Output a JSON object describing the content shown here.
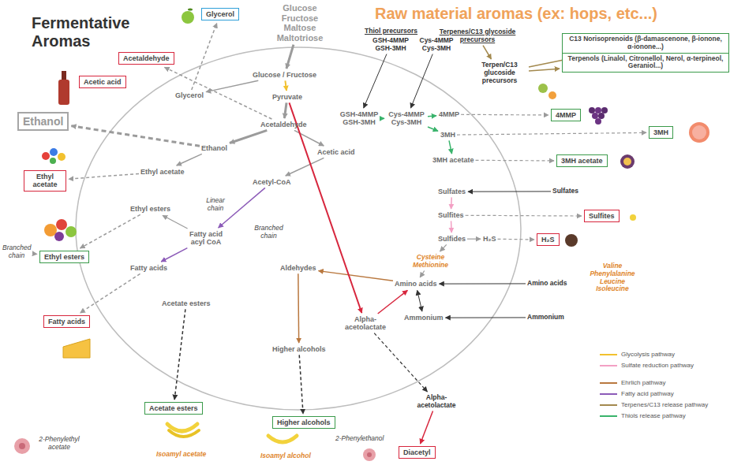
{
  "diagram": {
    "title": "Fermentative Aromas",
    "nodes": [
      {
        "text": [
          "Glycerol"
        ]
      },
      {
        "text": [
          "Acetaldehyde"
        ]
      },
      {
        "text": [
          "Acetic acid"
        ]
      },
      {
        "text": [
          "Ethanol"
        ]
      },
      {
        "text": [
          "Ethyl acetate"
        ]
      },
      {
        "text": [
          "Ethyl esters"
        ]
      },
      {
        "text": [
          "Fatty acids"
        ]
      },
      {
        "text": [
          "Acetate esters"
        ]
      },
      {
        "text": [
          "Higher alcohols"
        ]
      },
      {
        "text": [
          "Diacetyl"
        ]
      },
      {
        "text": [
          "C13 Norisoprenoids (β-damascenone, β-ionone, α-ionone...)"
        ]
      },
      {
        "text": [
          "Terpenols (Linalol, Citronellol, Nerol, α-terpineol, Geraniol...)"
        ]
      },
      {
        "text": [
          "4MMP"
        ]
      },
      {
        "text": [
          "3MH"
        ]
      },
      {
        "text": [
          "3MH acetate"
        ]
      },
      {
        "text": [
          "Sulfites"
        ]
      },
      {
        "text": [
          "H₂S"
        ]
      }
    ],
    "labels": [
      "Raw material aromas (ex: hops, etc...)",
      "Glucose Fructose Maltose Maltotriose",
      "Thiol precursors",
      "GSH-4MMP GSH-3MH",
      "Cys-4MMP Cys-3MH",
      "Terpenes/C13 glycoside precursors",
      "Terpen/C13 glucoside precursors",
      "Glucose / Fructose",
      "Glycerol",
      "Pyruvate",
      "Acetaldehyde",
      "Ethanol",
      "Acetic acid",
      "Ethyl acetate",
      "Acetyl-CoA",
      "Linear chain",
      "Ethyl esters",
      "Fatty acid acyl CoA",
      "Branched chain",
      "Fatty acids",
      "Aldehydes",
      "Acetate esters",
      "Higher alcohols",
      "Alpha-acetolactate",
      "GSH-4MMP GSH-3MH",
      "Cys-4MMP Cys-3MH",
      "4MMP",
      "3MH",
      "3MH acetate",
      "Sulfates",
      "Sulfates",
      "Sulfites",
      "Sulfides",
      "H₂S",
      "Cysteine Methionine",
      "Amino acids",
      "Amino acids",
      "Valine Phenylalanine Leucine Isoleucine",
      "Ammonium",
      "Ammonium",
      "Branched chain",
      "Alpha-acetolactate",
      "2-Phenylethyl acetate",
      "Isoamyl acetate",
      "Isoamyl alcohol",
      "2-Phenylethanol"
    ],
    "legend": [
      {
        "text": "Glycolysis pathway"
      },
      {
        "text": "Sulfate reduction pathway"
      },
      {
        "text": "Ehrlich pathway"
      },
      {
        "text": "Fatty acid pathway"
      },
      {
        "text": "Terpenes/C13 release pathway"
      },
      {
        "text": "Thiols release pathway"
      }
    ]
  }
}
